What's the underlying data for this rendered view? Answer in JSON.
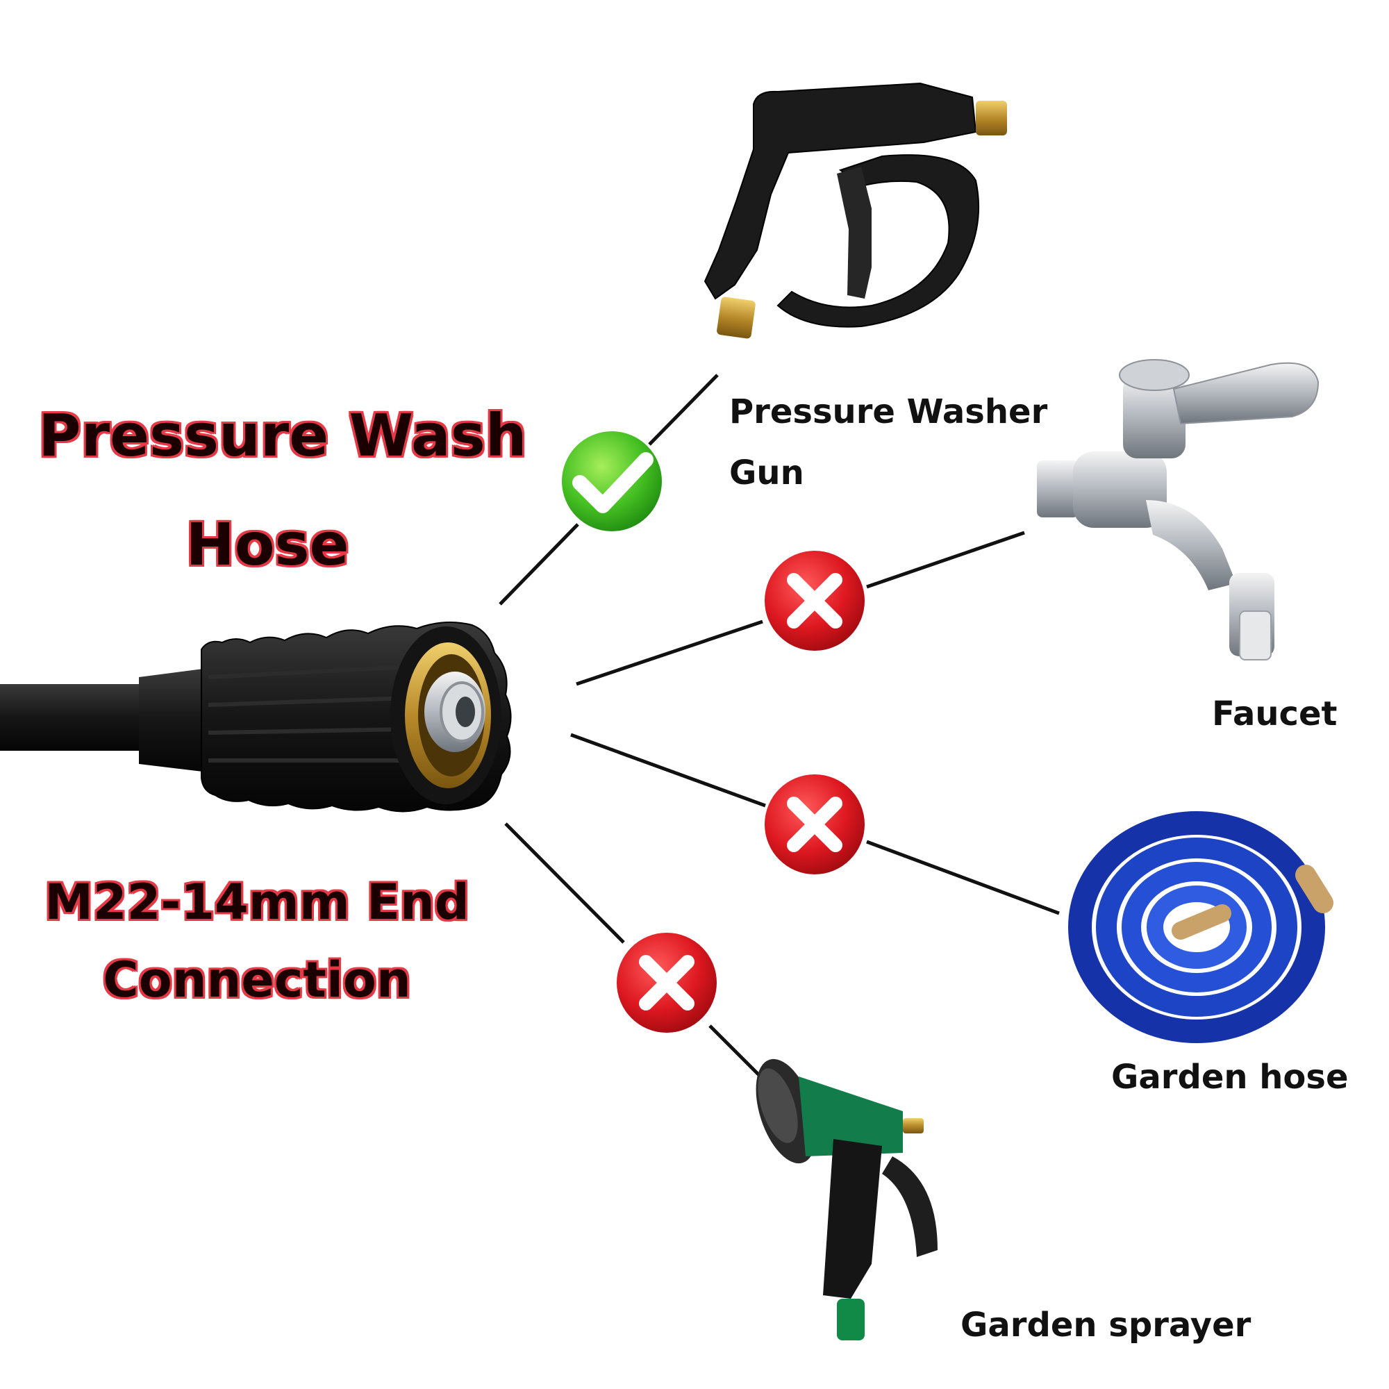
{
  "title": {
    "line1": "Pressure Wash",
    "line2": "Hose"
  },
  "spec": {
    "line1": "M22-14mm End",
    "line2": "Connection"
  },
  "items": [
    {
      "label_line1": "Pressure Washer",
      "label_line2": "Gun",
      "compatible": true
    },
    {
      "label_line1": "Faucet",
      "compatible": false
    },
    {
      "label_line1": "Garden hose",
      "compatible": false
    },
    {
      "label_line1": "Garden sprayer",
      "compatible": false
    }
  ],
  "colors": {
    "title_outline": "#e63946",
    "check_green": "#2fae1c",
    "cross_red": "#d0121c",
    "line": "#111111"
  }
}
